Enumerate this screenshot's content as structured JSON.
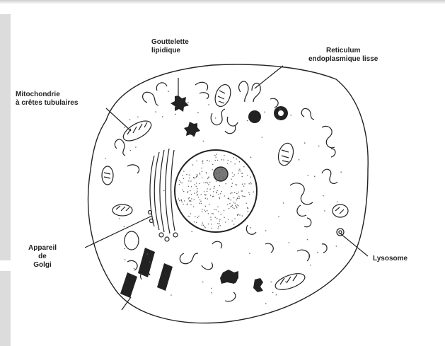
{
  "labels": {
    "gouttelette": "Gouttelette\nlipidique",
    "reticulum": "Reticulum\nendoplasmique lisse",
    "mitochondrie": "Mitochondrie\nà crêtes tubulaires",
    "golgi": "Appareil\nde\nGolgi",
    "lysosome": "Lysosome"
  },
  "colors": {
    "ink": "#222222",
    "sidebar": "#dcdcdc"
  }
}
